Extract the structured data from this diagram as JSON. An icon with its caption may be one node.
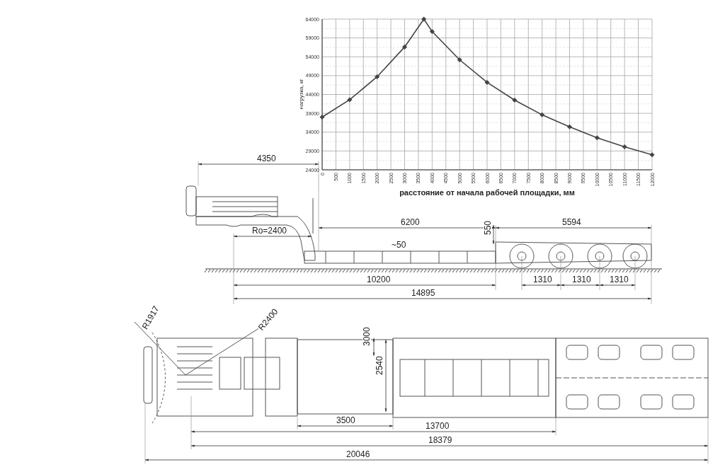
{
  "diagram": {
    "labels": [
      "4350",
      "6200",
      "5594",
      "550",
      "Ro=2400",
      "~50",
      "10200",
      "1310",
      "1310",
      "1310",
      "14895",
      "R1917",
      "R2400",
      "3000",
      "2540",
      "3500",
      "13700",
      "18379",
      "20046"
    ],
    "chart_data": {
      "type": "line",
      "xlabel": "расстояние от начала рабочей площадки, мм",
      "ylabel": "нагрузка, кг",
      "x": [
        0,
        1000,
        2000,
        3000,
        3700,
        4000,
        5000,
        6000,
        7000,
        8000,
        9000,
        10000,
        11000,
        12000
      ],
      "grid": true,
      "series": [
        {
          "color": "#444444",
          "marker": "diamond",
          "values": [
            38000,
            42600,
            48700,
            56600,
            64000,
            60700,
            53200,
            47200,
            42500,
            38600,
            35400,
            32500,
            30100,
            28000
          ]
        }
      ],
      "xlim": [
        0,
        12000
      ],
      "ylim": [
        24000,
        64000
      ],
      "xticks": [
        0,
        500,
        1000,
        1500,
        2000,
        2500,
        3000,
        3500,
        4000,
        4500,
        5000,
        5500,
        6000,
        6500,
        7000,
        7500,
        8000,
        8500,
        9000,
        9500,
        10000,
        10500,
        11000,
        11500,
        12000
      ],
      "yticks": [
        24000,
        29000,
        34000,
        39000,
        44000,
        49000,
        54000,
        59000,
        64000
      ]
    }
  }
}
